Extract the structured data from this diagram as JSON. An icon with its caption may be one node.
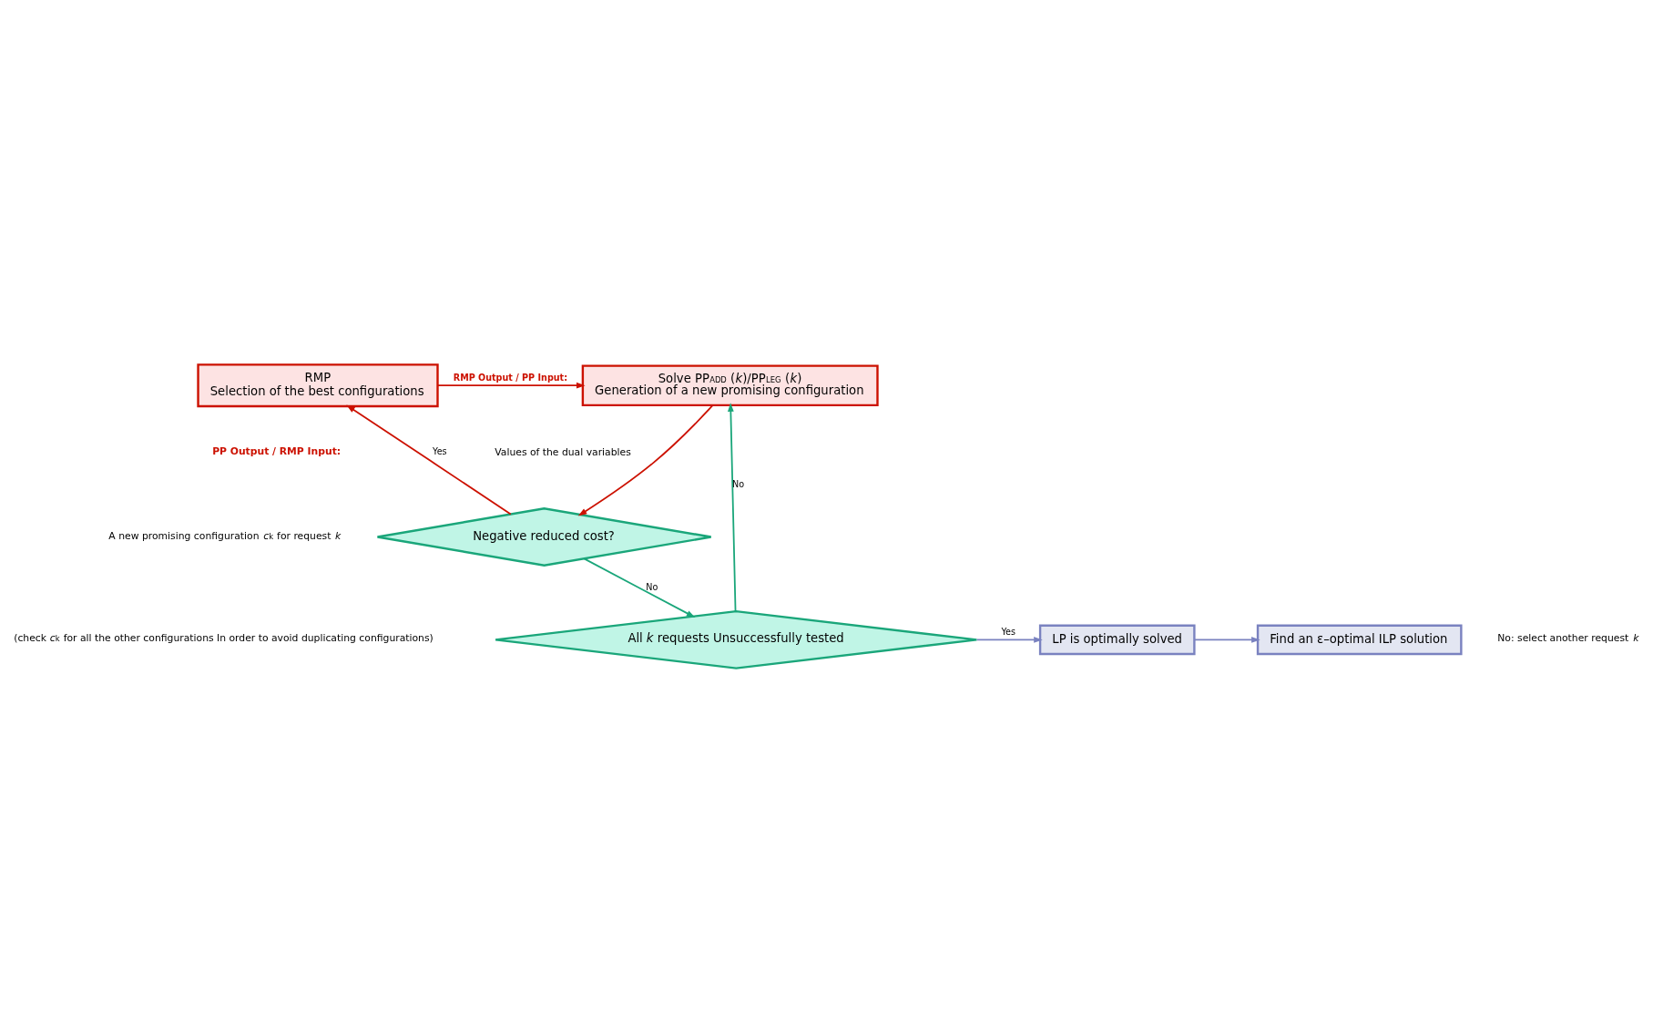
{
  "diagram": {
    "nodes": [
      {
        "text": [
          "RMP",
          "Selection of the best configurations"
        ]
      },
      {
        "text": [
          "Solve PP$_{ADD}$ (*k*)/PP$_{LEG}$ (*k*)",
          "Generation of a new promising configuration"
        ]
      },
      {
        "text": [
          "Negative reduced cost?"
        ]
      },
      {
        "text": [
          "All *k* requests Unsuccessfully tested"
        ]
      },
      {
        "text": [
          "LP is optimally solved"
        ]
      },
      {
        "text": [
          "Find an ε–optimal ILP solution"
        ]
      }
    ],
    "edges": [
      {
        "from": 0,
        "to": 1,
        "arrow": "to",
        "label": "RMP Output / PP Input:"
      },
      {
        "from": 1,
        "to": 2,
        "arrow": "to"
      },
      {
        "from": 2,
        "to": 0,
        "arrow": "to",
        "label": "Yes"
      },
      {
        "from": 2,
        "to": 3,
        "arrow": "to",
        "label": "No",
        "color": "#1aa67a"
      },
      {
        "from": 3,
        "to": 1,
        "arrow": "to",
        "label": "No",
        "color": "#1aa67a"
      },
      {
        "from": 3,
        "to": 4,
        "arrow": "to",
        "label": "Yes",
        "color": "#7a82c0"
      },
      {
        "from": 4,
        "to": 5,
        "arrow": "to",
        "color": "#7a82c0"
      }
    ],
    "labels": [
      "Values of the dual variables",
      "PP Output / RMP Input:",
      "A new promising configuration *c*$_{k}$ for request *k*",
      "(check *c*$_{k}$ for all the other configurations In order to avoid duplicating configurations)",
      "No: select another request *k*"
    ]
  }
}
